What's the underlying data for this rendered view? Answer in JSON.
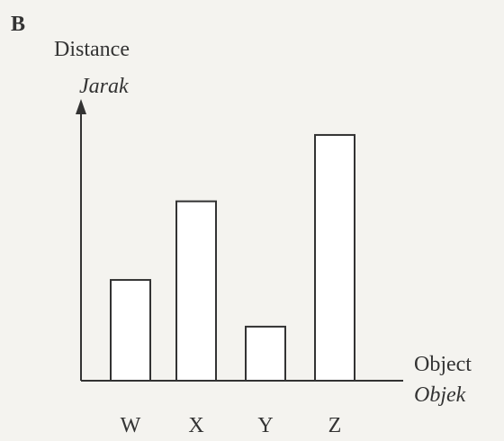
{
  "option_label": "B",
  "chart_data": {
    "type": "bar",
    "title": "",
    "ylabel": "Distance",
    "ylabel_alt": "Jarak",
    "xlabel": "Object",
    "xlabel_alt": "Objek",
    "categories": [
      "W",
      "X",
      "Y",
      "Z"
    ],
    "values": [
      41,
      73,
      22,
      100
    ],
    "ylim": [
      0,
      115
    ],
    "grid": false,
    "legend": "none"
  },
  "colors": {
    "ink": "#333333",
    "bar_fill": "#ffffff",
    "background": "#f4f3ef"
  }
}
